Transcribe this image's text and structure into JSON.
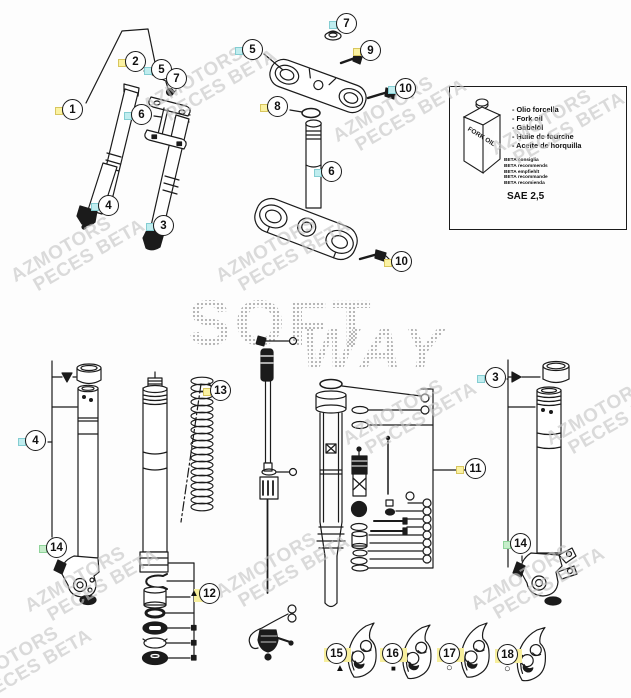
{
  "title": "Front fork exploded parts diagram",
  "watermark": {
    "line1": "AZMOTORS",
    "line2": "PECES BETA",
    "center1": "SOFT",
    "center2": "WAY"
  },
  "callouts": {
    "n1": "1",
    "n2": "2",
    "n3": "3",
    "n4": "4",
    "n5": "5",
    "n6": "6",
    "n7": "7",
    "n8": "8",
    "n9": "9",
    "n10": "10",
    "n11": "11",
    "n12": "12",
    "n13": "13",
    "n14": "14",
    "n15": "15",
    "n16": "16",
    "n17": "17",
    "n18": "18"
  },
  "oil_box": {
    "can_label": "FORK OIL",
    "oil_names": [
      "- Olio forcella",
      "- Fork oil",
      "- Gabelöl",
      "- Huile de fourche",
      "- Aceite de horquilla"
    ],
    "recommendations": [
      "BETA consiglia",
      "BETA recommends",
      "BETA empfiehlt",
      "BETA recommande",
      "BETA recomienda"
    ],
    "grade": "SAE 2,5"
  },
  "symbols": {
    "triangle": "▲",
    "square": "■",
    "circle": "○"
  },
  "colors": {
    "highlight_yellow": "#fbf2a2",
    "highlight_cyan": "#c0edef",
    "highlight_green": "#c6edca",
    "watermark_gray": "#c6c6c6",
    "line": "#1b1b1b"
  }
}
